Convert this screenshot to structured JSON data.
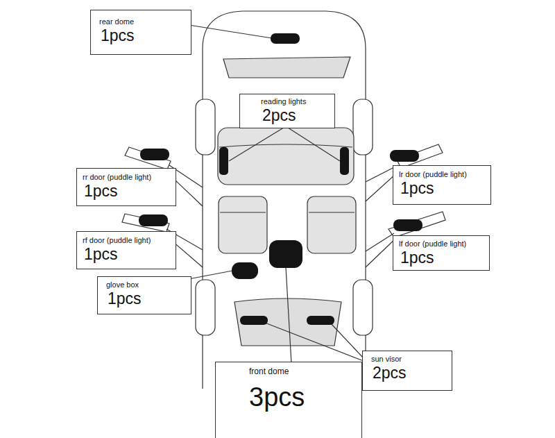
{
  "diagram": {
    "nodes": [
      {
        "text": [
          "rear dome",
          "1pcs"
        ]
      },
      {
        "text": [
          "reading lights",
          "2pcs"
        ]
      },
      {
        "text": [
          "rr door (puddle light)",
          "1pcs"
        ]
      },
      {
        "text": [
          "lr door (puddle light)",
          "1pcs"
        ]
      },
      {
        "text": [
          "rf door (puddle light)",
          "1pcs"
        ]
      },
      {
        "text": [
          "lf door (puddle light)",
          "1pcs"
        ]
      },
      {
        "text": [
          "glove box",
          "1pcs"
        ]
      },
      {
        "text": [
          "sun visor",
          "2pcs"
        ]
      },
      {
        "text": [
          "front dome",
          "3pcs"
        ]
      }
    ],
    "edges": []
  }
}
